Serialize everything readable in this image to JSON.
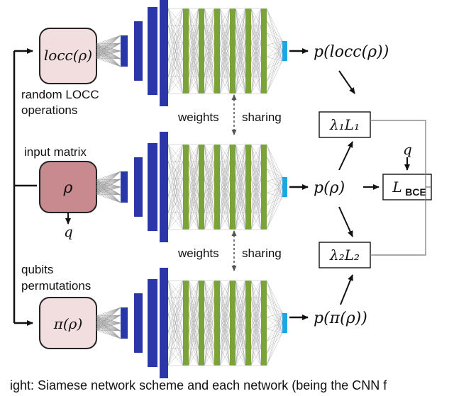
{
  "colors": {
    "input_box": "#c98a8f",
    "aug_box": "#f3dedf",
    "box_border": "#222222",
    "conv_block": "#2b36a8",
    "dense_layer": "#7aa33a",
    "output_unit": "#1ea6e0",
    "connection": "#9a9a9a",
    "arrow": "#111111"
  },
  "labels": {
    "locc_box": "locc(ρ)",
    "locc_caption_line1": "random LOCC",
    "locc_caption_line2": "operations",
    "input_caption": "input matrix",
    "rho_box": "ρ",
    "q_below_rho": "q",
    "perm_caption_line1": "qubits",
    "perm_caption_line2": "permutations",
    "pi_box": "π(ρ)",
    "weights_sharing_1_left": "weights",
    "weights_sharing_1_right": "sharing",
    "weights_sharing_2_left": "weights",
    "weights_sharing_2_right": "sharing",
    "out_top": "p(locc(ρ))",
    "out_mid": "p(ρ)",
    "out_bot": "p(π(ρ))",
    "loss1": "λ₁L₁",
    "loss2": "λ₂L₂",
    "loss_bce": "L",
    "loss_bce_sub": "BCE",
    "q_top": "q"
  },
  "caption": "ight: Siamese network scheme and each network (being the CNN f"
}
